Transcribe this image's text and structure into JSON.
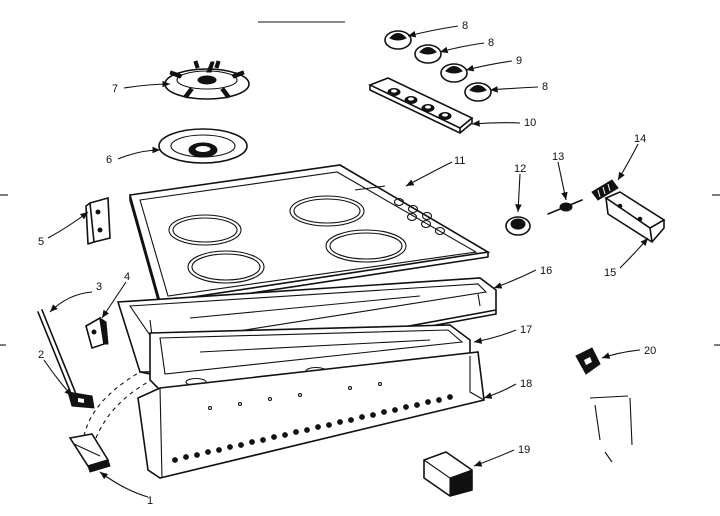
{
  "diagram": {
    "callouts": [
      "1",
      "2",
      "3",
      "4",
      "5",
      "6",
      "7",
      "8",
      "8",
      "9",
      "8",
      "10",
      "11",
      "12",
      "13",
      "14",
      "15",
      "16",
      "17",
      "18",
      "19",
      "20"
    ]
  }
}
